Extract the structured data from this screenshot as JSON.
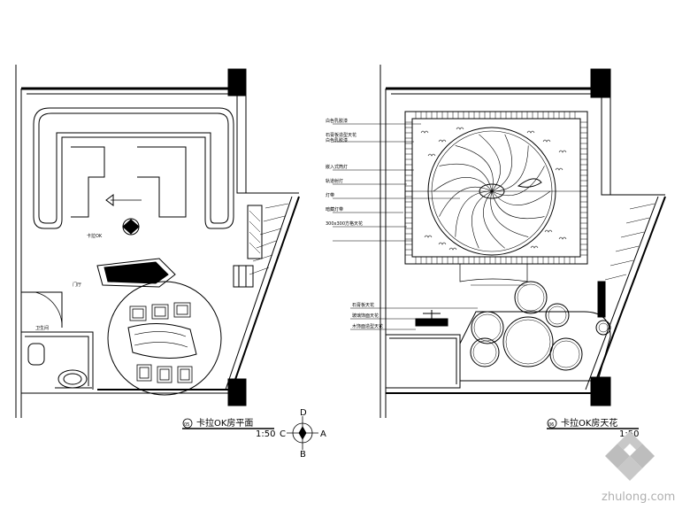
{
  "drawing": {
    "plan_left": {
      "title": "卡拉OK房平面",
      "scale": "1:50",
      "badge": "05"
    },
    "plan_right": {
      "title": "卡拉OK房天花",
      "scale": "1:50",
      "badge": "06"
    },
    "compass": {
      "n": "D",
      "e": "A",
      "s": "B",
      "w": "C"
    },
    "ceiling_notes": [
      "白色乳胶漆",
      "石膏板造型天花\n白色乳胶漆",
      "嵌入式筒灯",
      "轨道射灯",
      "灯带",
      "暗藏灯带",
      "300x300方格天花"
    ],
    "ceiling_notes_lower": [
      "石膏板天花",
      "玻璃饰面天花",
      "木饰面造型天花"
    ],
    "room_tags": [
      "卡拉OK",
      "门厅",
      "卫生间"
    ]
  },
  "watermark": {
    "text": "zhulong.com"
  }
}
